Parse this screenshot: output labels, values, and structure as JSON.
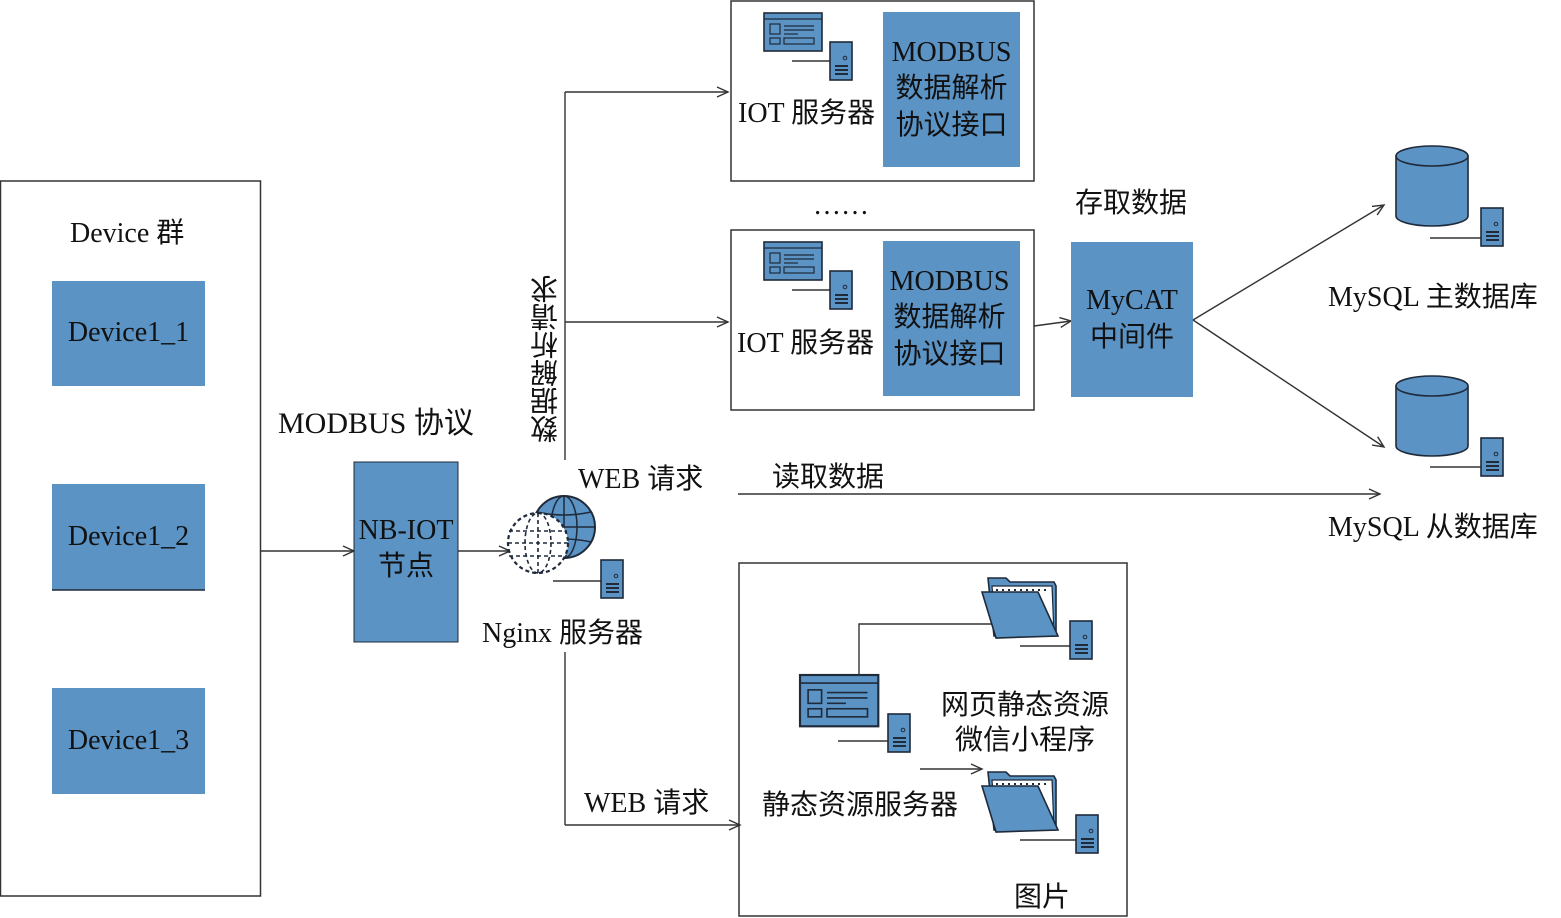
{
  "colors": {
    "node_fill": "#5b93c4",
    "stroke": "#1f2a3a",
    "line": "#333333",
    "background": "#ffffff"
  },
  "device_group": {
    "title": "Device 群",
    "devices": [
      "Device1_1",
      "Device1_2",
      "Device1_3"
    ]
  },
  "protocol_label": "MODBUS 协议",
  "nb_iot": {
    "line1": "NB-IOT",
    "line2": "节点"
  },
  "nginx": {
    "label": "Nginx 服务器",
    "icon": "globe-icon"
  },
  "labels": {
    "data_parse_request": "数据解析请求",
    "web_request_top": "WEB 请求",
    "web_request_bottom": "WEB 请求",
    "read_data": "读取数据",
    "access_data": "存取数据",
    "ellipsis": "……"
  },
  "iot_servers": [
    {
      "label": "IOT 服务器",
      "interface_lines": [
        "MODBUS",
        "数据解析",
        "协议接口"
      ]
    },
    {
      "label": "IOT 服务器",
      "interface_lines": [
        "MODBUS",
        "数据解析",
        "协议接口"
      ]
    }
  ],
  "mycat": {
    "line1": "MyCAT",
    "line2": "中间件"
  },
  "mysql": {
    "master": "MySQL 主数据库",
    "slave": "MySQL 从数据库"
  },
  "static_server": {
    "label": "静态资源服务器",
    "resources": [
      {
        "label_lines": [
          "网页静态资源",
          "微信小程序"
        ]
      },
      {
        "label_lines": [
          "图片"
        ]
      }
    ]
  }
}
